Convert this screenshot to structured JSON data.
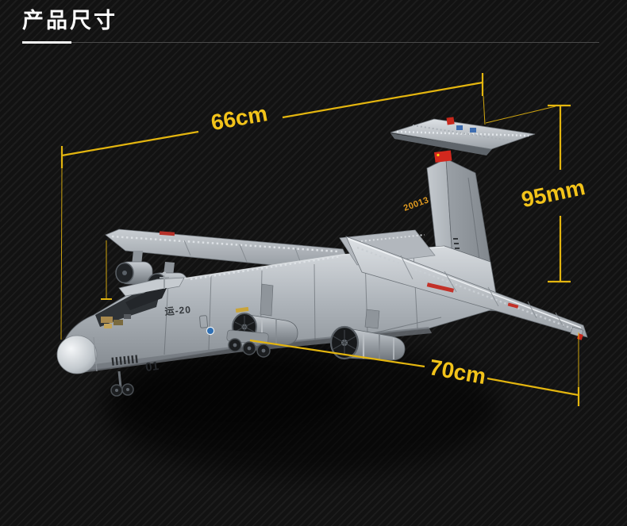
{
  "header": {
    "title": "产品尺寸"
  },
  "measurements": {
    "length": "66cm",
    "height": "95mm",
    "wingspan": "70cm"
  },
  "aircraft_markings": {
    "fuselage_code": "运-20",
    "nose_number": "01",
    "tail_number": "20013"
  },
  "colors": {
    "background": "#141414",
    "measurement_yellow": "#f2c31a",
    "measurement_line_yellow": "#e3b50f",
    "title_white": "#ffffff",
    "flag_red": "#d2281e",
    "roundel_blue": "#2f6fb3"
  }
}
